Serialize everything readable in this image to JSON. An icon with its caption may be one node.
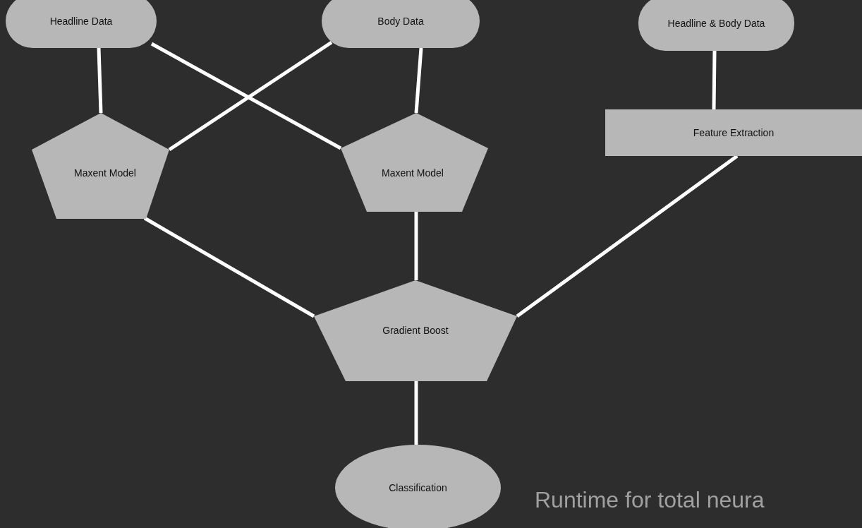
{
  "diagram": {
    "nodes": [
      {
        "text": [
          "Headline Data"
        ]
      },
      {
        "text": [
          "Body Data"
        ]
      },
      {
        "text": [
          "Headline & Body Data"
        ]
      },
      {
        "text": [
          "Maxent Model"
        ]
      },
      {
        "text": [
          "Maxent Model"
        ]
      },
      {
        "text": [
          "Feature Extraction"
        ]
      },
      {
        "text": [
          "Gradient Boost"
        ]
      },
      {
        "text": [
          "Classification"
        ]
      }
    ],
    "edges": [
      {
        "from": 0,
        "to": 3,
        "arrow": "none"
      },
      {
        "from": 0,
        "to": 4,
        "arrow": "none"
      },
      {
        "from": 1,
        "to": 3,
        "arrow": "none"
      },
      {
        "from": 1,
        "to": 4,
        "arrow": "none"
      },
      {
        "from": 2,
        "to": 5,
        "arrow": "none"
      },
      {
        "from": 3,
        "to": 6,
        "arrow": "none"
      },
      {
        "from": 4,
        "to": 6,
        "arrow": "none"
      },
      {
        "from": 5,
        "to": 6,
        "arrow": "none"
      },
      {
        "from": 6,
        "to": 7,
        "arrow": "none"
      }
    ],
    "labels": [
      "Runtime for total neura"
    ]
  }
}
